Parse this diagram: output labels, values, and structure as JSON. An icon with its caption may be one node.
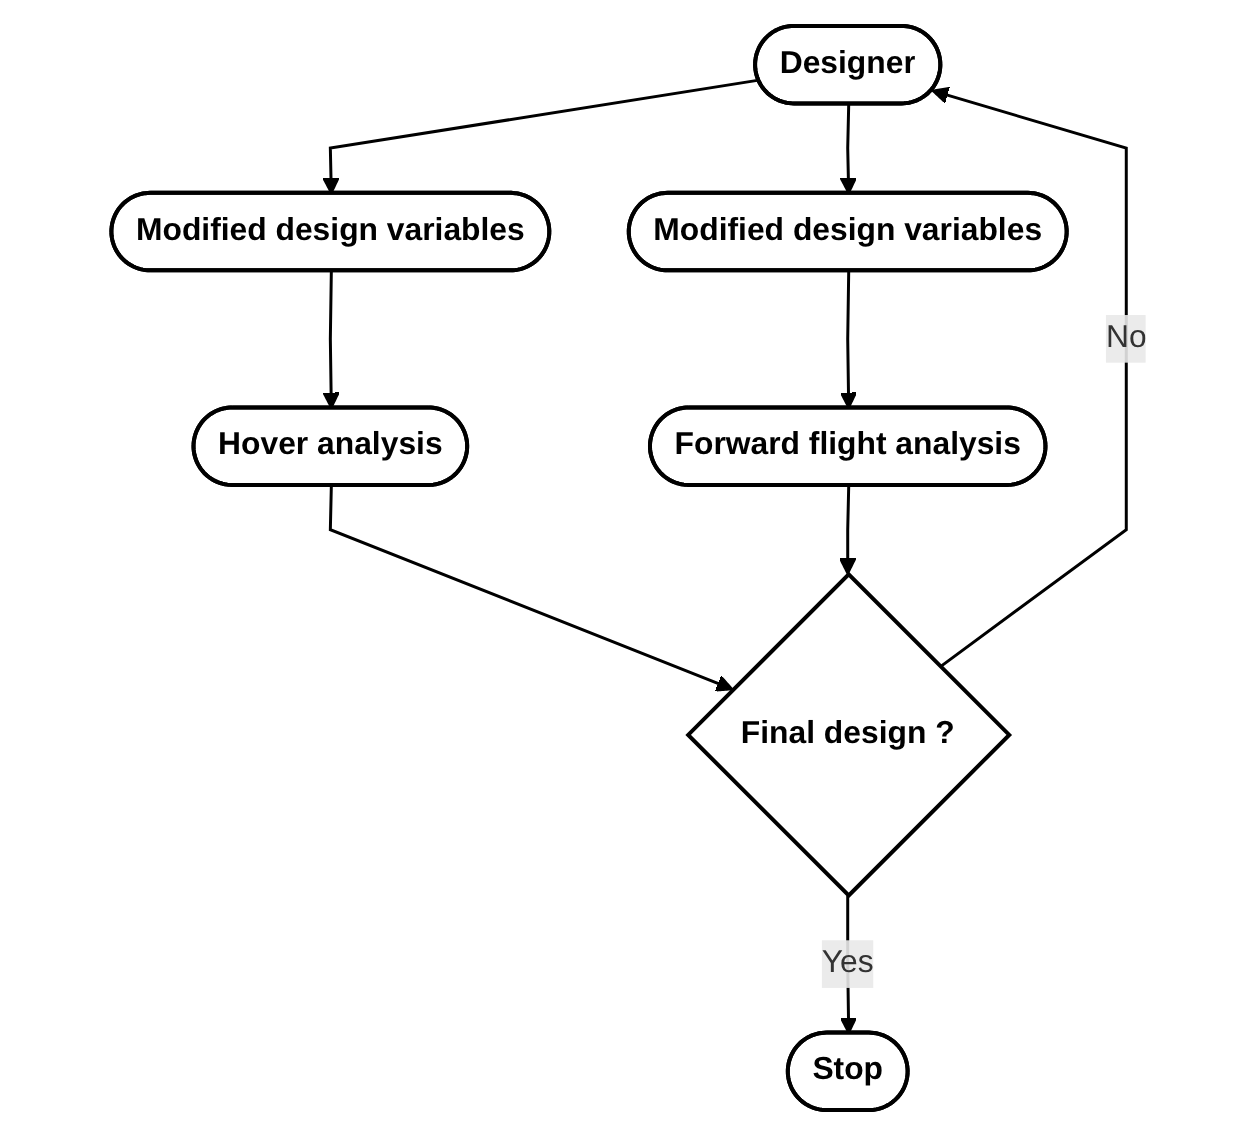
{
  "diagram": {
    "nodes": [
      {
        "text": [
          "Designer"
        ]
      },
      {
        "text": [
          "Modified design variables"
        ]
      },
      {
        "text": [
          "Modified design variables"
        ]
      },
      {
        "text": [
          "Hover analysis"
        ]
      },
      {
        "text": [
          "Final design ?"
        ]
      },
      {
        "text": [
          "Forward flight analysis"
        ]
      },
      {
        "text": [
          "Stop"
        ]
      }
    ],
    "edges": [
      {
        "from": 0,
        "to": 1,
        "arrow": "to"
      },
      {
        "from": 0,
        "to": 2,
        "arrow": "to"
      },
      {
        "from": 1,
        "to": 3,
        "arrow": "to"
      },
      {
        "from": 2,
        "to": 5,
        "arrow": "to"
      },
      {
        "from": 3,
        "to": 4,
        "arrow": "to"
      },
      {
        "from": 5,
        "to": 4,
        "arrow": "to"
      },
      {
        "from": 4,
        "to": 0,
        "arrow": "to",
        "label": "No"
      },
      {
        "from": 4,
        "to": 6,
        "arrow": "to",
        "label": "Yes"
      }
    ]
  }
}
